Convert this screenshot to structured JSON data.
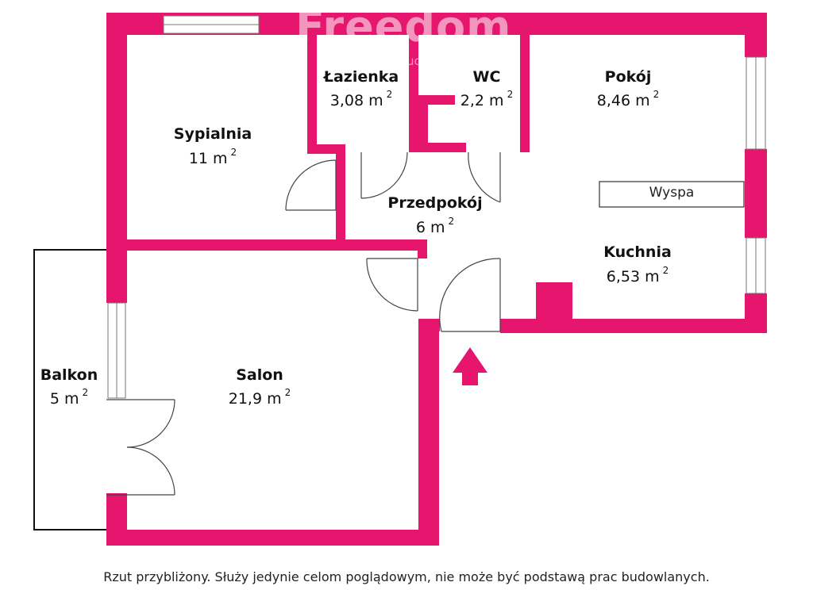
{
  "brand": {
    "watermark": "Freedom",
    "watermark_sub": "ucho",
    "accent_color": "#e6156e"
  },
  "rooms": {
    "lazienka": {
      "name": "Łazienka",
      "area": "3,08 m",
      "area_unit_sup": "2"
    },
    "wc": {
      "name": "WC",
      "area": "2,2 m",
      "area_unit_sup": "2"
    },
    "pokoj": {
      "name": "Pokój",
      "area": "8,46 m",
      "area_unit_sup": "2"
    },
    "sypialnia": {
      "name": "Sypialnia",
      "area": "11 m",
      "area_unit_sup": "2"
    },
    "przedpokoj": {
      "name": "Przedpokój",
      "area": "6 m",
      "area_unit_sup": "2"
    },
    "kuchnia": {
      "name": "Kuchnia",
      "area": "6,53 m",
      "area_unit_sup": "2"
    },
    "salon": {
      "name": "Salon",
      "area": "21,9 m",
      "area_unit_sup": "2"
    },
    "balkon": {
      "name": "Balkon",
      "area": "5 m",
      "area_unit_sup": "2"
    }
  },
  "island": {
    "label": "Wyspa"
  },
  "icons": {
    "entrance": "entrance-arrow-icon"
  },
  "disclaimer": "Rzut przybliżony. Służy jedynie celom poglądowym, nie może być podstawą prac budowlanych."
}
